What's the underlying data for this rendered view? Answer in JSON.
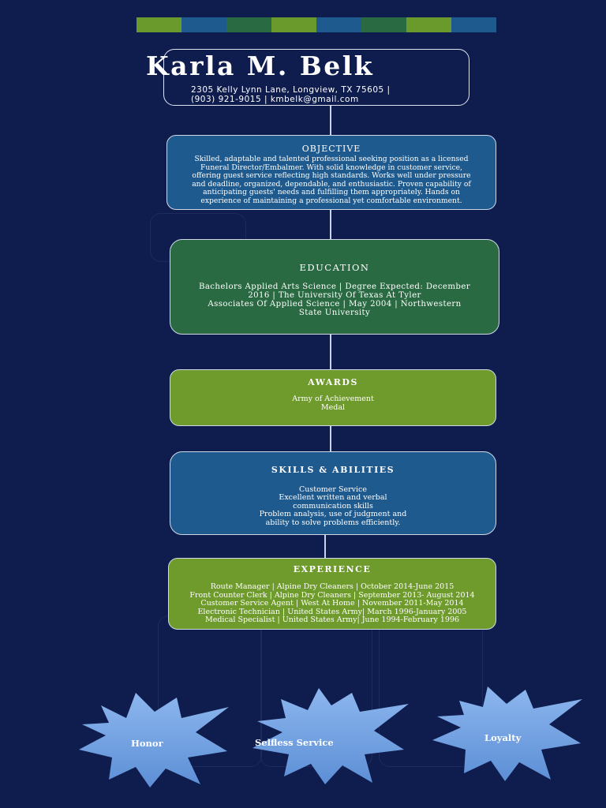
{
  "header": {
    "name": "Karla M. Belk",
    "contact_line1": "2305 Kelly Lynn Lane, Longview, TX 75605 |",
    "contact_line2": "(903) 921-9015 | kmbelk@gmail.com"
  },
  "colorbar": [
    "#6a9a2c",
    "#1f5a8e",
    "#2a6a42",
    "#6a9a2c",
    "#1f5a8e",
    "#2a6a42",
    "#6a9a2c",
    "#1f5a8e"
  ],
  "objective": {
    "title": "OBJECTIVE",
    "lines": [
      "Skilled, adaptable and talented professional seeking position as a licensed",
      "Funeral Director/Embalmer. With solid knowledge in customer service,",
      "offering guest service reflecting high standards. Works well under pressure",
      "and deadline, organized, dependable, and enthusiastic. Proven capability of",
      "anticipating guests' needs and fulfilling them appropriately. Hands on",
      "experience of maintaining a professional yet comfortable environment."
    ]
  },
  "education": {
    "title": "EDUCATION",
    "lines": [
      "Bachelors Applied Arts Science | Degree Expected: December",
      "2016 | The University Of Texas At Tyler",
      "Associates Of Applied Science | May 2004 | Northwestern",
      "State University"
    ]
  },
  "awards": {
    "title": "AWARDS",
    "lines": [
      "Army of Achievement",
      "Medal"
    ]
  },
  "skills": {
    "title": "SKILLS & ABILITIES",
    "lines": [
      "Customer Service",
      "Excellent written and verbal",
      "communication skills",
      "Problem analysis, use of judgment and",
      "ability to solve problems efficiently."
    ]
  },
  "experience": {
    "title": "EXPERIENCE",
    "lines": [
      "Route Manager | Alpine Dry Cleaners | October 2014-June 2015",
      "Front Counter Clerk | Alpine Dry Cleaners | September 2013- August 2014",
      "Customer Service Agent | West At Home | November 2011-May 2014",
      "Electronic Technician | United States Army| March 1996-January 2005",
      "Medical Specialist | United States Army| June 1994-February 1996"
    ]
  },
  "values": {
    "honor": "Honor",
    "selfless_service": "Selfless Service",
    "loyalty": "Loyalty",
    "star_color": "#6b9ce0"
  }
}
